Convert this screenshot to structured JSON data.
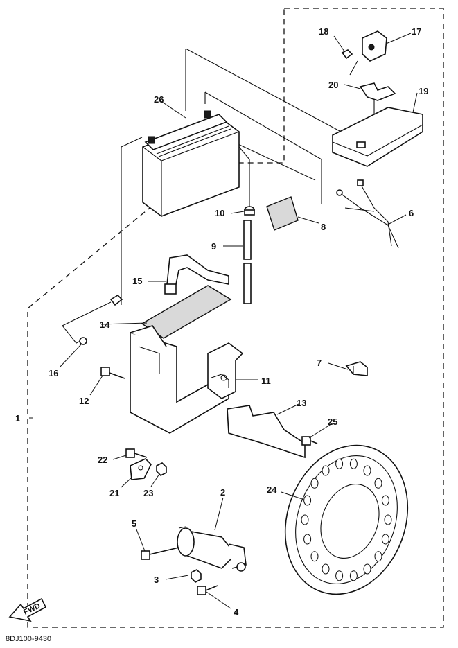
{
  "diagram_code": "8DJ100-9430",
  "fwd_label": "FWD",
  "callouts": {
    "p1": "1",
    "p2": "2",
    "p3": "3",
    "p4": "4",
    "p5": "5",
    "p6": "6",
    "p7": "7",
    "p8": "8",
    "p9": "9",
    "p10": "10",
    "p11": "11",
    "p12": "12",
    "p13": "13",
    "p14": "14",
    "p15": "15",
    "p16": "16",
    "p17": "17",
    "p18": "18",
    "p19": "19",
    "p20": "20",
    "p21": "21",
    "p22": "22",
    "p23": "23",
    "p24": "24",
    "p25": "25",
    "p26": "26"
  }
}
